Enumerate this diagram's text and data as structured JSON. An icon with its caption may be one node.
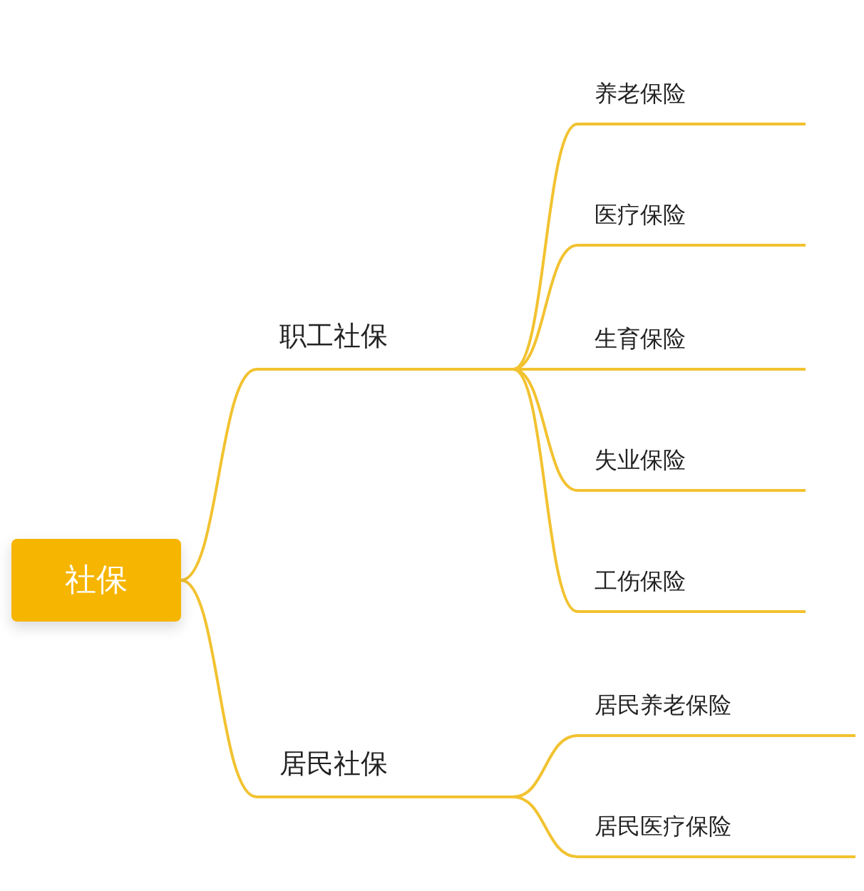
{
  "diagram": {
    "nodes": [
      {
        "text": [
          "社保"
        ]
      },
      {
        "text": [
          "职工社保"
        ]
      },
      {
        "text": [
          "养老保险"
        ]
      },
      {
        "text": [
          "医疗保险"
        ]
      },
      {
        "text": [
          "生育保险"
        ]
      },
      {
        "text": [
          "失业保险"
        ]
      },
      {
        "text": [
          "工伤保险"
        ]
      },
      {
        "text": [
          "居民社保"
        ]
      },
      {
        "text": [
          "居民养老保险"
        ]
      },
      {
        "text": [
          "居民医疗保险"
        ]
      }
    ],
    "edges": [
      {
        "from": 0,
        "to": 1,
        "arrow": "none"
      },
      {
        "from": 0,
        "to": 7,
        "arrow": "none"
      },
      {
        "from": 1,
        "to": 2,
        "arrow": "none"
      },
      {
        "from": 1,
        "to": 3,
        "arrow": "none"
      },
      {
        "from": 1,
        "to": 4,
        "arrow": "none"
      },
      {
        "from": 1,
        "to": 5,
        "arrow": "none"
      },
      {
        "from": 1,
        "to": 6,
        "arrow": "none"
      },
      {
        "from": 7,
        "to": 8,
        "arrow": "none"
      },
      {
        "from": 7,
        "to": 9,
        "arrow": "none"
      }
    ]
  }
}
